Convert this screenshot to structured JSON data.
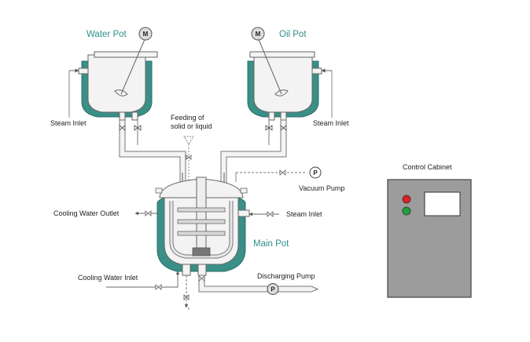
{
  "labels": {
    "water_pot": "Water Pot",
    "oil_pot": "Oil Pot",
    "main_pot": "Main Pot",
    "steam_inlet_left": "Steam Inlet",
    "steam_inlet_right": "Steam Inlet",
    "steam_inlet_main": "Steam Inlet",
    "feeding_line1": "Feeding of",
    "feeding_line2": "solid or liquid",
    "vacuum_pump": "Vacuum Pump",
    "cooling_water_outlet": "Cooling Water Outlet",
    "cooling_water_inlet": "Cooling Water Inlet",
    "discharging_pump": "Discharging Pump",
    "control_cabinet": "Control Cabinet"
  },
  "symbols": {
    "motor": "M",
    "pump": "P"
  },
  "colors": {
    "jacket": "#3a8f87",
    "vessel_fill": "#f3f3f3",
    "pipe_fill": "#f4f4f4",
    "line": "#6a6a6a",
    "label_teal": "#2f8e8a",
    "cabinet": "#9c9c9c",
    "lamp_red": "#e02020",
    "lamp_green": "#20a040"
  }
}
